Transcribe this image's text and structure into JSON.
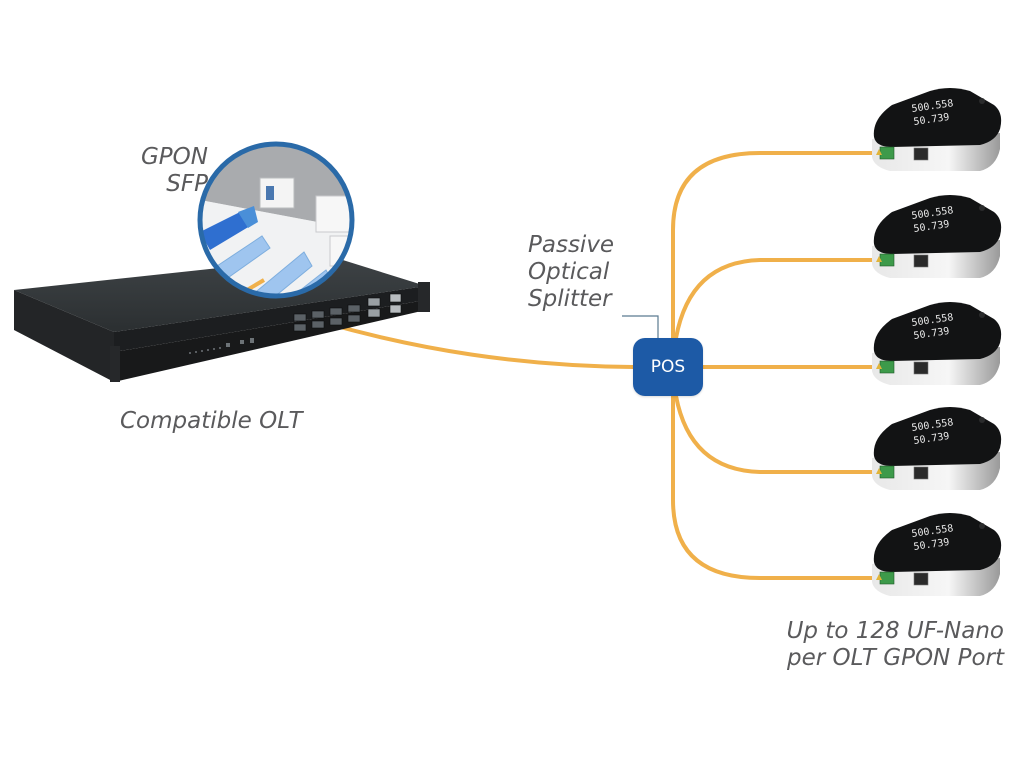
{
  "labels": {
    "gpon_sfp_line1": "GPON",
    "gpon_sfp_line2": "SFP",
    "olt": "Compatible OLT",
    "splitter_line1": "Passive",
    "splitter_line2": "Optical",
    "splitter_line3": "Splitter",
    "pos": "POS",
    "ont_line1": "Up to 128 UF-Nano",
    "ont_line2": "per OLT GPON Port"
  },
  "devices": [
    {
      "name": "UF-Nano",
      "display_line1": "500.558",
      "display_line2": "50.739"
    },
    {
      "name": "UF-Nano",
      "display_line1": "500.558",
      "display_line2": "50.739"
    },
    {
      "name": "UF-Nano",
      "display_line1": "500.558",
      "display_line2": "50.739"
    },
    {
      "name": "UF-Nano",
      "display_line1": "500.558",
      "display_line2": "50.739"
    },
    {
      "name": "UF-Nano",
      "display_line1": "500.558",
      "display_line2": "50.739"
    }
  ],
  "colors": {
    "fiber": "#f0b04a",
    "pos_box": "#1d5aa6",
    "zoom_ring": "#2a6aa8",
    "label_text": "#5a5a5c",
    "olt_body": "#2a2c2e",
    "ont_body": "#111111",
    "connector_blue": "#4a8fd8",
    "port_green": "#3d9a4a"
  }
}
